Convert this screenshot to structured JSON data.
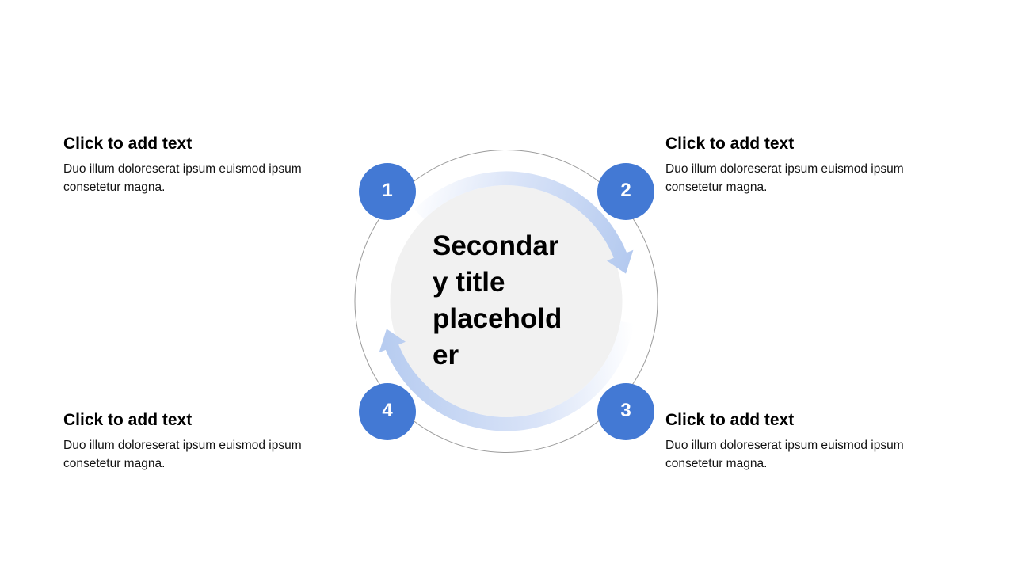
{
  "slide": {
    "center_title": "Secondary title placeholder",
    "steps": [
      {
        "number": "1",
        "position": "top-left",
        "heading": "Click to add text",
        "body": "Duo illum doloreserat ipsum euismod ipsum consetetur magna."
      },
      {
        "number": "2",
        "position": "top-right",
        "heading": "Click to add text",
        "body": "Duo illum doloreserat ipsum euismod ipsum consetetur magna."
      },
      {
        "number": "3",
        "position": "bottom-right",
        "heading": "Click to add text",
        "body": "Duo illum doloreserat ipsum euismod ipsum consetetur magna."
      },
      {
        "number": "4",
        "position": "bottom-left",
        "heading": "Click to add text",
        "body": "Duo illum doloreserat ipsum euismod ipsum consetetur magna."
      }
    ],
    "colors": {
      "background": "#ffffff",
      "step_circle_fill": "#4379d4",
      "step_number_text": "#ffffff",
      "center_circle_fill": "#f1f1f1",
      "outer_circle_stroke": "#9b9b9b",
      "arrow_gradient_start": "#ffffff",
      "arrow_gradient_mid": "#dae4f8",
      "arrow_gradient_end": "#b3c9ef",
      "title_text": "#000000",
      "body_text": "#111111"
    }
  }
}
